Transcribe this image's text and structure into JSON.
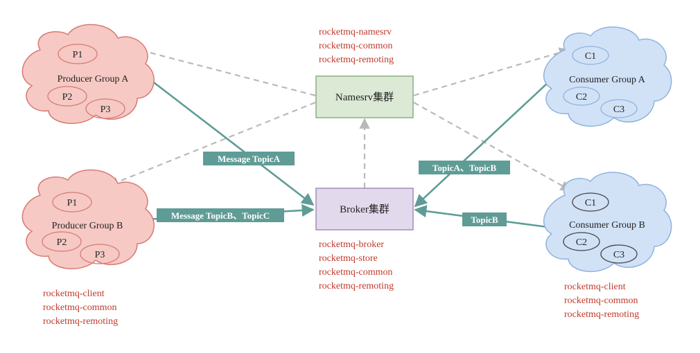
{
  "colors": {
    "producer_fill": "#f6c9c4",
    "producer_stroke": "#d77a74",
    "consumer_fill": "#d1e2f7",
    "consumer_stroke": "#8fb2dd",
    "namesrv_fill": "#dbe9d5",
    "namesrv_stroke": "#86b083",
    "broker_fill": "#e3d9ec",
    "broker_stroke": "#a48cbc",
    "arrow_solid": "#5f9c96",
    "arrow_dashed": "#b9b9b9",
    "label_bg": "#5f9c96",
    "lib_text": "#c0392b"
  },
  "namesrv": {
    "label": "Namesrv集群",
    "libs": [
      "rocketmq-namesrv",
      "rocketmq-common",
      "rocketmq-remoting"
    ]
  },
  "broker": {
    "label": "Broker集群",
    "libs": [
      "rocketmq-broker",
      "rocketmq-store",
      "rocketmq-common",
      "rocketmq-remoting"
    ]
  },
  "producer_group_a": {
    "label": "Producer Group A",
    "nodes": [
      "P1",
      "P2",
      "P3"
    ]
  },
  "producer_group_b": {
    "label": "Producer Group B",
    "nodes": [
      "P1",
      "P2",
      "P3"
    ],
    "libs": [
      "rocketmq-client",
      "rocketmq-common",
      "rocketmq-remoting"
    ]
  },
  "consumer_group_a": {
    "label": "Consumer Group A",
    "nodes": [
      "C1",
      "C2",
      "C3"
    ]
  },
  "consumer_group_b": {
    "label": "Consumer Group B",
    "nodes": [
      "C1",
      "C2",
      "C3"
    ],
    "libs": [
      "rocketmq-client",
      "rocketmq-common",
      "rocketmq-remoting"
    ]
  },
  "edges": {
    "producer_a_to_broker": "Message TopicA",
    "producer_b_to_broker": "Message TopicB、TopicC",
    "broker_to_consumer_a": "TopicA、TopicB",
    "broker_to_consumer_b": "TopicB"
  }
}
